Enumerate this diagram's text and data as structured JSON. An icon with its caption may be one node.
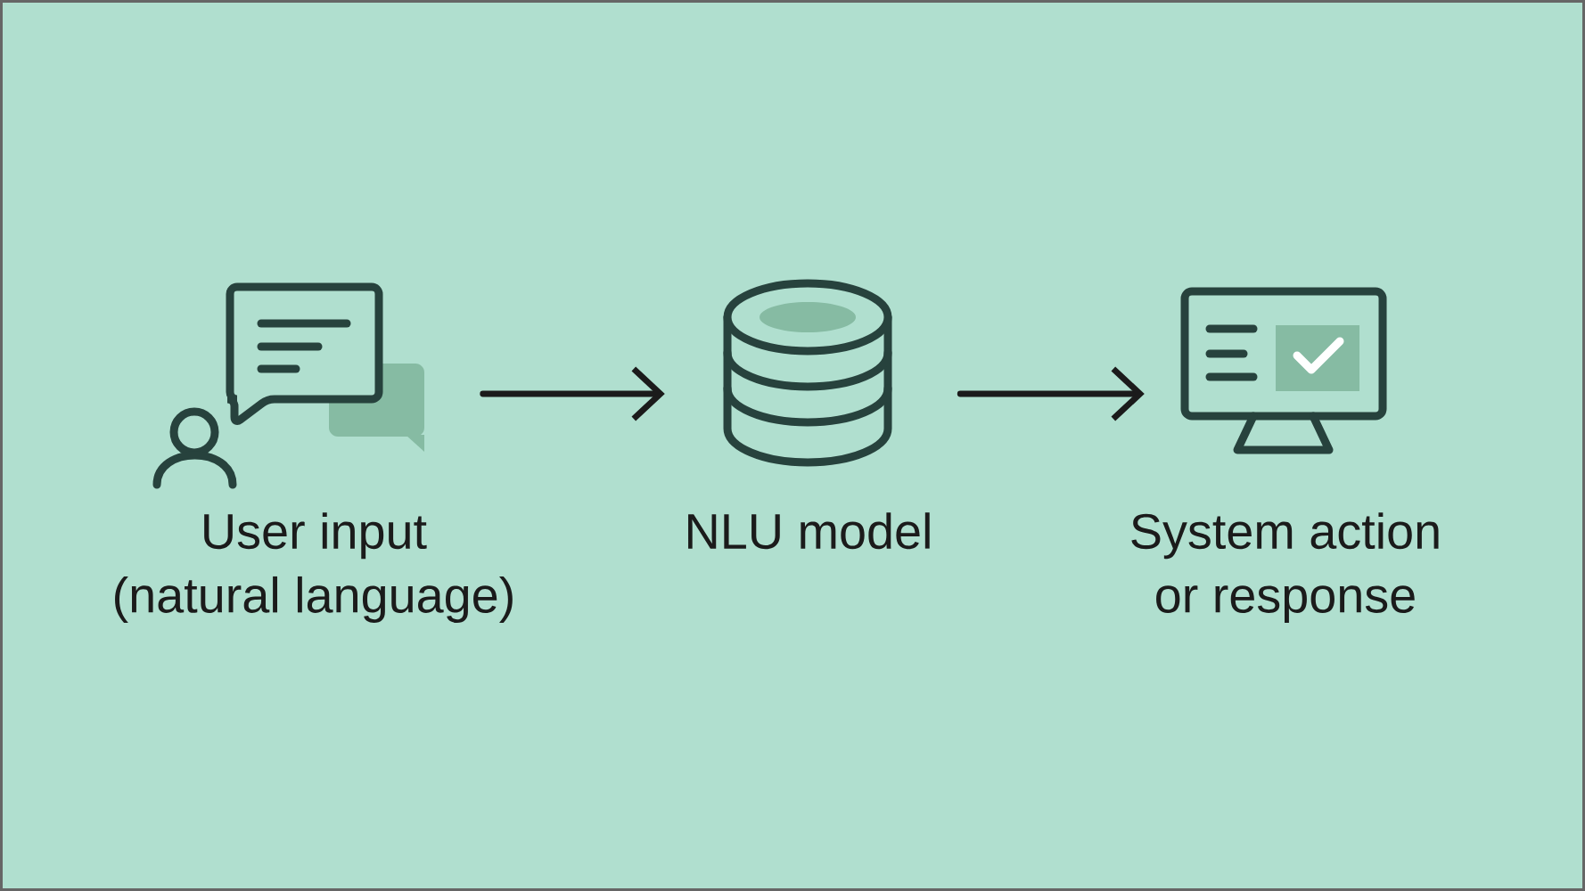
{
  "diagram": {
    "nodes": [
      {
        "text": [],
        "shape": "picture",
        "beside": [
          "User input (natural language)"
        ]
      },
      {
        "text": [],
        "shape": "picture",
        "beside": [
          "NLU model"
        ]
      },
      {
        "text": [],
        "shape": "picture",
        "beside": [
          "System action or response"
        ]
      }
    ],
    "edges": [
      {
        "from": 0,
        "to": 1,
        "arrow": "to"
      },
      {
        "from": 1,
        "to": 2,
        "arrow": "to"
      }
    ]
  }
}
